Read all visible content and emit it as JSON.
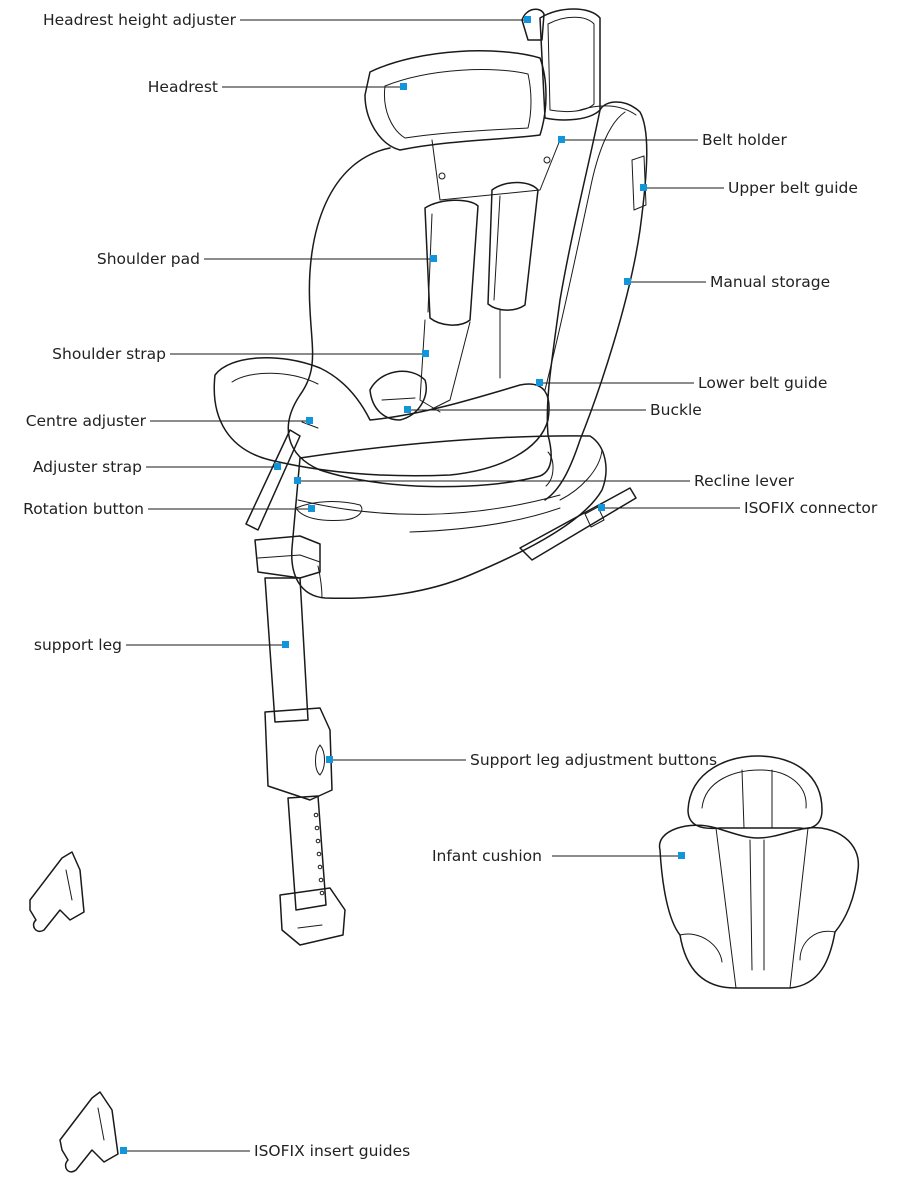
{
  "colors": {
    "marker": "#1296db",
    "line": "#1a1a1a",
    "text": "#222222",
    "background": "#ffffff"
  },
  "labels": {
    "headrest_height_adjuster": "Headrest height adjuster",
    "headrest": "Headrest",
    "belt_holder": "Belt holder",
    "upper_belt_guide": "Upper belt guide",
    "shoulder_pad": "Shoulder pad",
    "manual_storage": "Manual storage",
    "shoulder_strap": "Shoulder strap",
    "lower_belt_guide": "Lower belt guide",
    "centre_adjuster": "Centre adjuster",
    "buckle": "Buckle",
    "adjuster_strap": "Adjuster strap",
    "recline_lever": "Recline lever",
    "rotation_button": "Rotation button",
    "isofix_connector": "ISOFIX connector",
    "support_leg": "support leg",
    "support_leg_adjustment_buttons": "Support leg adjustment buttons",
    "infant_cushion": "Infant cushion",
    "isofix_insert_guides": "ISOFIX insert guides"
  }
}
